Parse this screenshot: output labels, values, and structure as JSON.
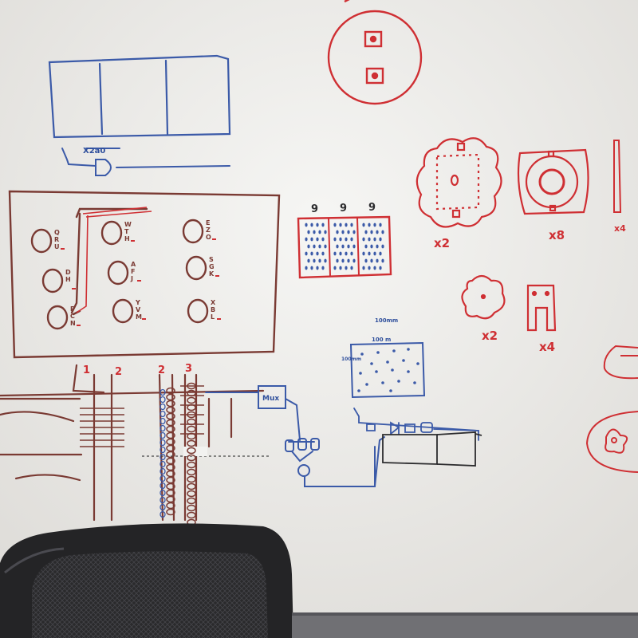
{
  "colors": {
    "board": "#efeeeb",
    "red_ink": "#cf2f33",
    "blue_ink": "#2f4f9c",
    "brown_ink": "#7a3a33",
    "chair": "#2a2a2c",
    "floor": "#6b6b6e"
  },
  "keypad": {
    "keys": [
      {
        "letters": "QRU"
      },
      {
        "letters": "WTH"
      },
      {
        "letters": "EZO"
      },
      {
        "letters": "DH"
      },
      {
        "letters": "AFJ"
      },
      {
        "letters": "SGK"
      },
      {
        "letters": "PCN"
      },
      {
        "letters": "YVM"
      },
      {
        "letters": "XBL"
      }
    ]
  },
  "bus_labels": [
    "1",
    "2",
    "2",
    "3"
  ],
  "mux_label": "Mux",
  "grid_headers": [
    "9",
    "9",
    "9"
  ],
  "blue_board": {
    "top_label": "100 m",
    "top_label_2": "100mm",
    "side_label": "100mm"
  },
  "parts": {
    "flower_count": "x2",
    "ring_count": "x8",
    "bar_count": "x4",
    "small_flower_count": "x2",
    "bracket_count": "x4"
  },
  "logic_label": "X2a0"
}
